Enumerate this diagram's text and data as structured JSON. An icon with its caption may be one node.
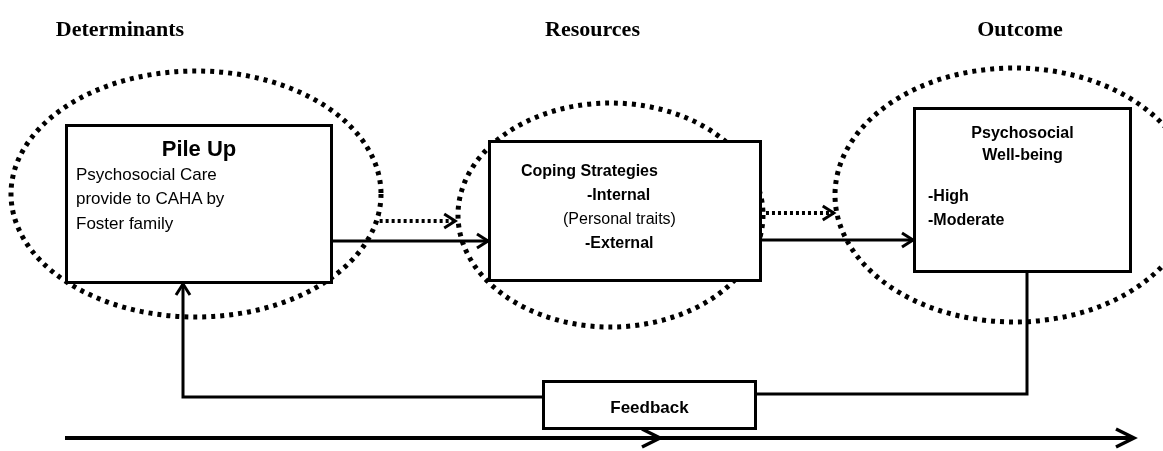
{
  "diagram": {
    "nodes": [
      {
        "text": [
          "Determinants"
        ]
      },
      {
        "text": [
          "Pile Up",
          "Psychosocial Care provide to CAHA by Foster family"
        ],
        "in": 0
      },
      {
        "text": [
          "Resources"
        ]
      },
      {
        "text": [
          "Coping Strategies",
          "-Internal",
          "(Personal traits)",
          "-External"
        ],
        "in": 2
      },
      {
        "text": [
          "Outcome"
        ]
      },
      {
        "text": [
          "Psychosocial Well-being",
          "-High",
          "-Moderate"
        ],
        "in": 4
      },
      {
        "text": [
          "Feedback"
        ]
      }
    ],
    "edges": [
      {
        "from": 0,
        "to": 2,
        "arrow": "to",
        "style": "dashed"
      },
      {
        "from": 1,
        "to": 3,
        "arrow": "to"
      },
      {
        "from": 2,
        "to": 4,
        "arrow": "to",
        "style": "dashed"
      },
      {
        "from": 3,
        "to": 5,
        "arrow": "to"
      },
      {
        "from": 5,
        "to": 6,
        "arrow": "none"
      },
      {
        "from": 6,
        "to": 1,
        "arrow": "to"
      }
    ]
  }
}
